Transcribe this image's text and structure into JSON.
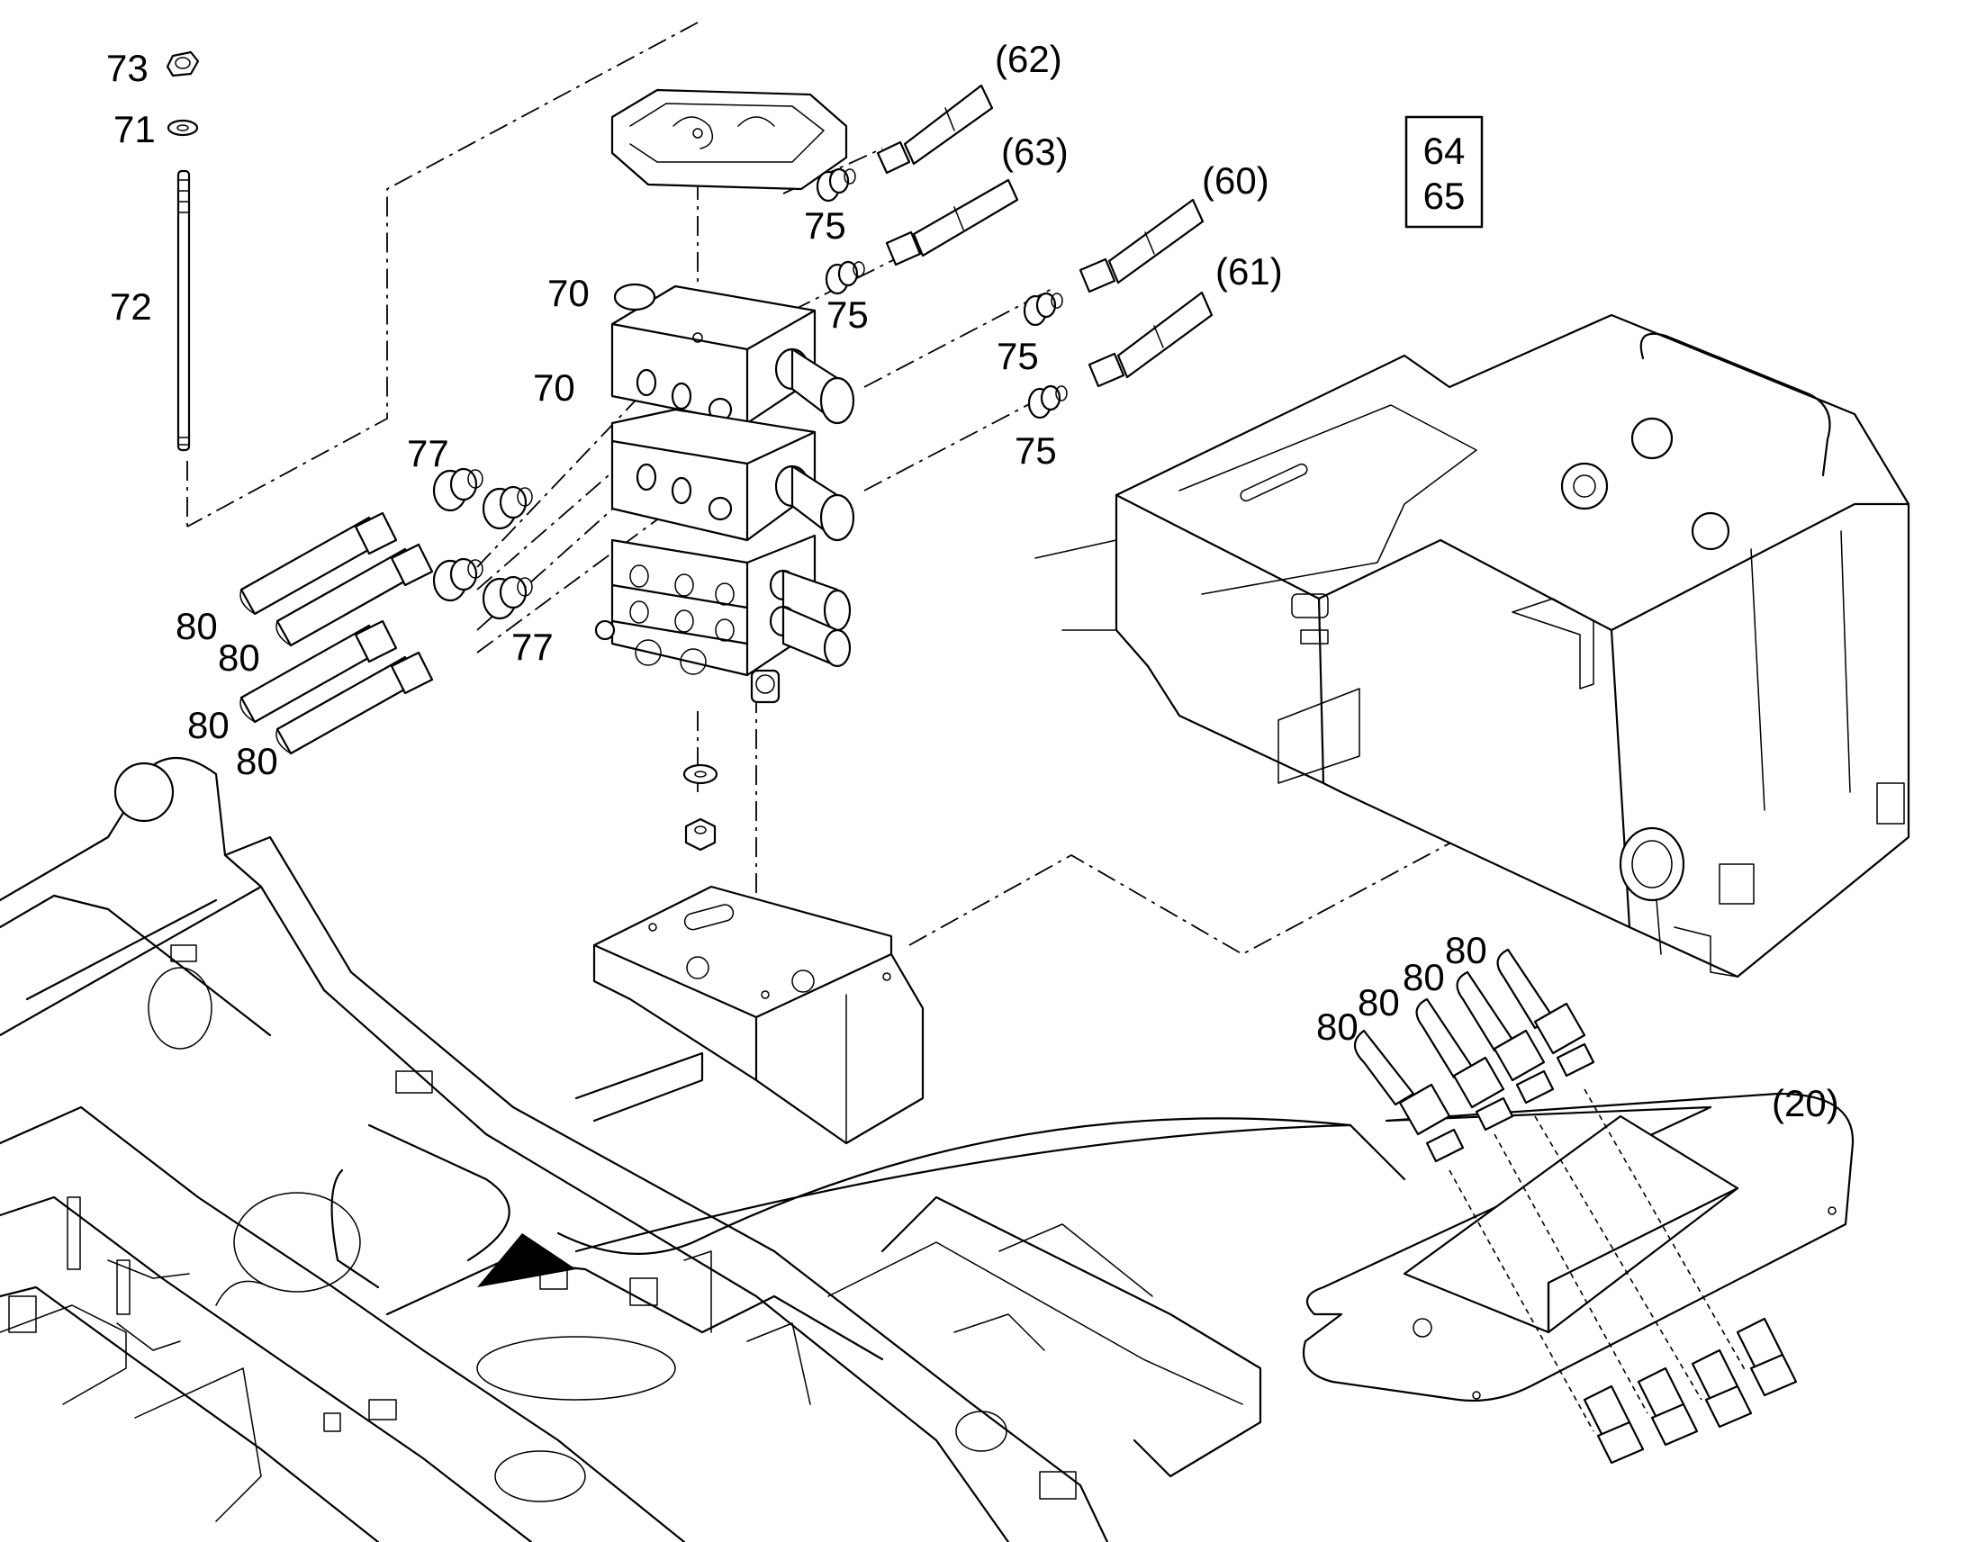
{
  "callouts": {
    "c73": "73",
    "c71": "71",
    "c72": "72",
    "c70a": "70",
    "c70b": "70",
    "c62": "(62)",
    "c63": "(63)",
    "c60": "(60)",
    "c61": "(61)",
    "c75a": "75",
    "c75b": "75",
    "c75c": "75",
    "c75d": "75",
    "c77a": "77",
    "c77b": "77",
    "c80a": "80",
    "c80b": "80",
    "c80c": "80",
    "c80d": "80",
    "c80e": "80",
    "c80f": "80",
    "c80g": "80",
    "c80h": "80",
    "c20": "(20)"
  },
  "reference_box": {
    "line1": "64",
    "line2": "65"
  }
}
